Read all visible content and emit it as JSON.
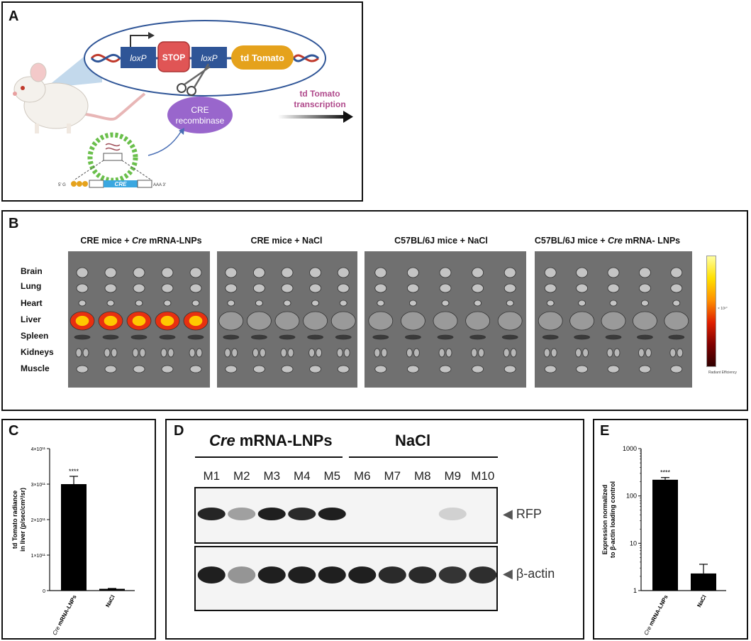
{
  "panels": {
    "A": {
      "label": "A",
      "construct": {
        "loxp1": "loxP",
        "stop": "STOP",
        "loxp2": "loxP",
        "reporter": "td Tomato"
      },
      "enzyme_line1": "CRE",
      "enzyme_line2": "recombinase",
      "outcome_line1": "td Tomato",
      "outcome_line2": "transcription",
      "mrna_5prime": "5' G",
      "mrna_cds": "CRE",
      "mrna_3prime": "AAA 3'",
      "colors": {
        "loxp": "#2f5597",
        "stop": "#e05555",
        "tomato": "#e5a21c",
        "lnp": "#6abf4b",
        "cre": "#9966cc",
        "transcription": "#b04a8c"
      }
    },
    "B": {
      "label": "B",
      "groups": [
        {
          "title_pre": "CRE mice + ",
          "title_em": "Cre",
          "title_post": " mRNA-LNPs"
        },
        {
          "title_pre": "CRE mice + NaCl",
          "title_em": "",
          "title_post": ""
        },
        {
          "title_pre": "C57BL/6J mice + NaCl",
          "title_em": "",
          "title_post": ""
        },
        {
          "title_pre": "C57BL/6J mice + ",
          "title_em": "Cre",
          "title_post": " mRNA- LNPs"
        }
      ],
      "organs": [
        "Brain",
        "Lung",
        "Heart",
        "Liver",
        "Spleen",
        "Kidneys",
        "Muscle"
      ],
      "colorbar_caption": "Radiant Efficiency",
      "colorbar_exponent": "× 10¹⁰"
    },
    "C": {
      "label": "C",
      "chart_data": {
        "type": "bar",
        "categories": [
          "Cre mRNA-LNPs",
          "NaCl"
        ],
        "category_italic_prefix": [
          "Cre",
          ""
        ],
        "category_rest": [
          " mRNA-LNPs",
          "NaCl"
        ],
        "values": [
          300000000000.0,
          5000000000.0
        ],
        "errors": [
          22000000000.0,
          1000000000.0
        ],
        "ylabel_line1": "td Tomato radiance",
        "ylabel_line2": "in liver (p/sec/cm²/sr)",
        "ylim": [
          0,
          400000000000.0
        ],
        "ticks": [
          0,
          100000000000.0,
          200000000000.0,
          300000000000.0,
          400000000000.0
        ],
        "tick_labels": [
          "0",
          "1×10¹¹",
          "2×10¹¹",
          "3×10¹¹",
          "4×10¹¹"
        ],
        "significance": "****"
      }
    },
    "D": {
      "label": "D",
      "group1_em": "Cre",
      "group1_rest": " mRNA-LNPs",
      "group2": "NaCl",
      "lanes": [
        "M1",
        "M2",
        "M3",
        "M4",
        "M5",
        "M6",
        "M7",
        "M8",
        "M9",
        "M10"
      ],
      "band_rfp": "RFP",
      "band_actin": "β-actin",
      "rfp_intensity": [
        0.92,
        0.35,
        0.95,
        0.9,
        0.95,
        0.0,
        0.0,
        0.0,
        0.12,
        0.0
      ],
      "actin_intensity": [
        0.95,
        0.4,
        0.95,
        0.95,
        0.95,
        0.95,
        0.9,
        0.9,
        0.85,
        0.88
      ]
    },
    "E": {
      "label": "E",
      "chart_data": {
        "type": "bar",
        "scale": "log",
        "categories": [
          "Cre mRNA-LNPs",
          "NaCl"
        ],
        "category_italic_prefix": [
          "Cre",
          ""
        ],
        "category_rest": [
          " mRNA-LNPs",
          "NaCl"
        ],
        "values": [
          220,
          2.3
        ],
        "errors": [
          25,
          1.3
        ],
        "ylabel_line1": "Expression normalized",
        "ylabel_line2": "to β-actin loading control",
        "ylim": [
          1,
          1000
        ],
        "ticks": [
          1,
          10,
          100,
          1000
        ],
        "tick_labels": [
          "1",
          "10",
          "100",
          "1000"
        ],
        "significance": "****"
      }
    }
  }
}
